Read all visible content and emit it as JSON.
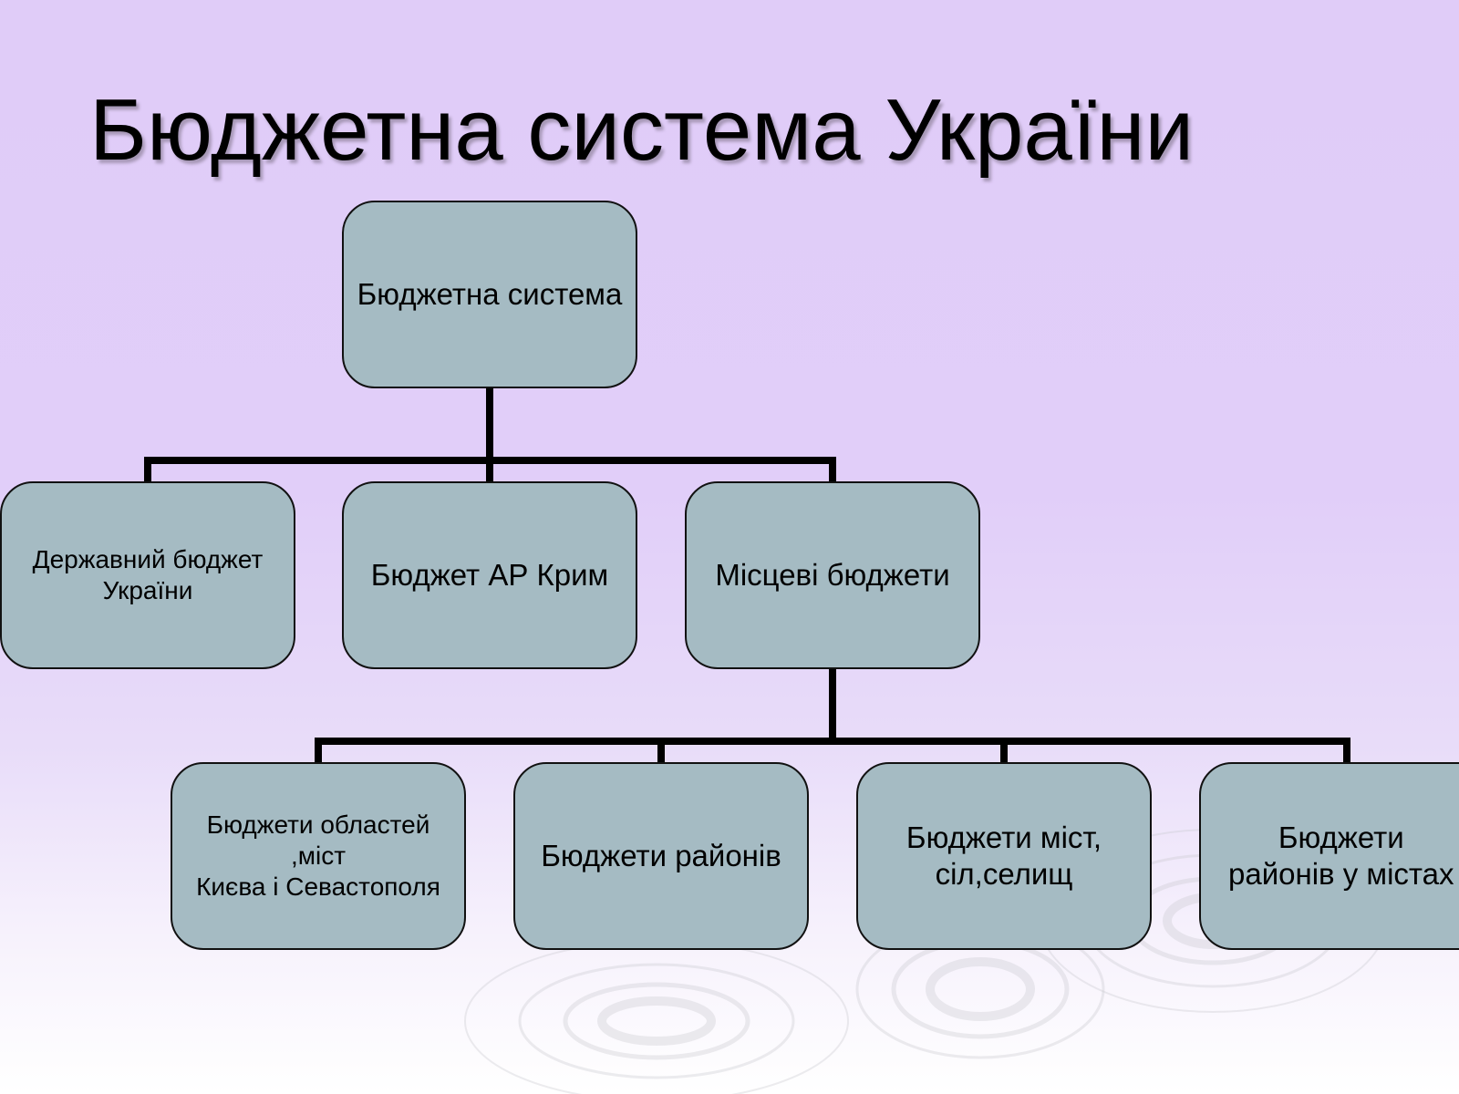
{
  "slide": {
    "title": "Бюджетна система України",
    "background_top": "#e0ccf8",
    "background_bottom": "#ffffff"
  },
  "diagram": {
    "node_fill": "#a5bbc3",
    "node_border": "#111111",
    "connector_color": "#000000",
    "root": {
      "label": "Бюджетна система"
    },
    "level1": [
      {
        "label": "Державний  бюджет\nУкраїни"
      },
      {
        "label": "Бюджет АР Крим"
      },
      {
        "label": "Місцеві бюджети"
      }
    ],
    "level2": [
      {
        "label": "Бюджети  областей\n,міст\nКиєва  і  Севастополя"
      },
      {
        "label": "Бюджети районів"
      },
      {
        "label": "Бюджети міст,\nсіл,селищ"
      },
      {
        "label": "Бюджети\nрайонів у містах"
      }
    ]
  }
}
